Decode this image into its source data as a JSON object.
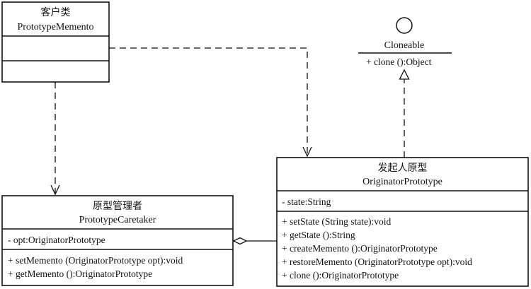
{
  "client": {
    "title_cn": "客户类",
    "title_en": "PrototypeMemento"
  },
  "interface": {
    "name": "Cloneable",
    "method": "+ clone ():Object"
  },
  "caretaker": {
    "title_cn": "原型管理者",
    "title_en": "PrototypeCaretaker",
    "attribute": "- opt:OriginatorPrototype",
    "methods": [
      "+ setMemento (OriginatorPrototype opt):void",
      "+ getMemento ():OriginatorPrototype"
    ]
  },
  "originator": {
    "title_cn": "发起人原型",
    "title_en": "OriginatorPrototype",
    "attribute": "- state:String",
    "methods": [
      "+ setState (String state):void",
      "+ getState ():String",
      "+ createMemento ():OriginatorPrototype",
      "+ restoreMemento (OriginatorPrototype opt):void",
      "+ clone ():OriginatorPrototype"
    ]
  }
}
